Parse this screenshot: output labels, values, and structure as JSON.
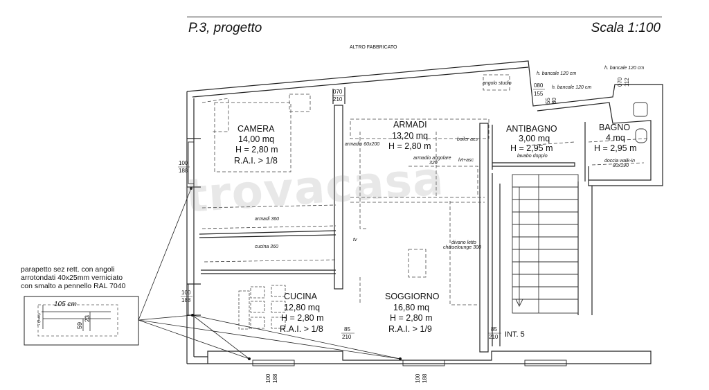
{
  "header": {
    "title": "P.3, progetto",
    "scale": "Scala 1:100"
  },
  "neighbor": "ALTRO FABBRICATO",
  "rooms": {
    "camera": {
      "name": "CAMERA",
      "area": "14,00 mq",
      "height": "H = 2,80 m",
      "rai": "R.A.I. > 1/8"
    },
    "armadi": {
      "name": "ARMADI",
      "area": "13,20 mq",
      "height": "H = 2,80 m"
    },
    "antibagno": {
      "name": "ANTIBAGNO",
      "area": "3,00 mq",
      "height": "H = 2,95 m"
    },
    "bagno": {
      "name": "BAGNO",
      "area": "4 mq",
      "height": "H = 2,95 m"
    },
    "cucina": {
      "name": "CUCINA",
      "area": "12,80 mq",
      "height": "H = 2,80 m",
      "rai": "R.A.I. > 1/8"
    },
    "soggiorno": {
      "name": "SOGGIORNO",
      "area": "16,80 mq",
      "height": "H = 2,80 m",
      "rai": "R.A.I. > 1/9"
    }
  },
  "furniture": {
    "angolo_studio": "angolo studio",
    "armadio_60x200": "armadio 60x200",
    "boiler": "boiler acs",
    "armadio_angolare": "armadio angolare",
    "armadio_angolare_dim": "320",
    "lvt_asc": "lvt+asc",
    "lavabo": "lavabo doppio",
    "doccia": "doccia walk-in",
    "doccia_dim": "80x190",
    "armadi_360": "armadi 360",
    "cucina_360": "cucina 360",
    "tv": "tv",
    "divano_1": "divano letto",
    "divano_2": "chaiselounge 300"
  },
  "sill_labels": {
    "a": "h. bancale 120 cm",
    "b": "h. bancale 120 cm",
    "c": "h. bancale 120 cm"
  },
  "dims": {
    "d070_210": [
      "070",
      "210"
    ],
    "d080_155": [
      "080",
      "155"
    ],
    "d55_80": [
      "55",
      "80"
    ],
    "d070_112": [
      "070",
      "112"
    ],
    "d100_188_a": [
      "100",
      "188"
    ],
    "d100_188_b": [
      "100",
      "188"
    ],
    "d85_210_a": [
      "85",
      "210"
    ],
    "d85_210_b": [
      "85",
      "210"
    ],
    "d100_188_c": [
      "100",
      "188"
    ],
    "d100_188_d": [
      "100",
      "188"
    ]
  },
  "unit_label": "INT. 5",
  "detail": {
    "note_lines": [
      "parapetto sez rett. con angoli",
      "arrotondati 40x25mm verniciato",
      "con smalto a pennello RAL 7040"
    ],
    "width": "105 cm",
    "side": "7 (fisso)",
    "h1": "59",
    "h2": "23"
  },
  "watermark": "trovacasa"
}
